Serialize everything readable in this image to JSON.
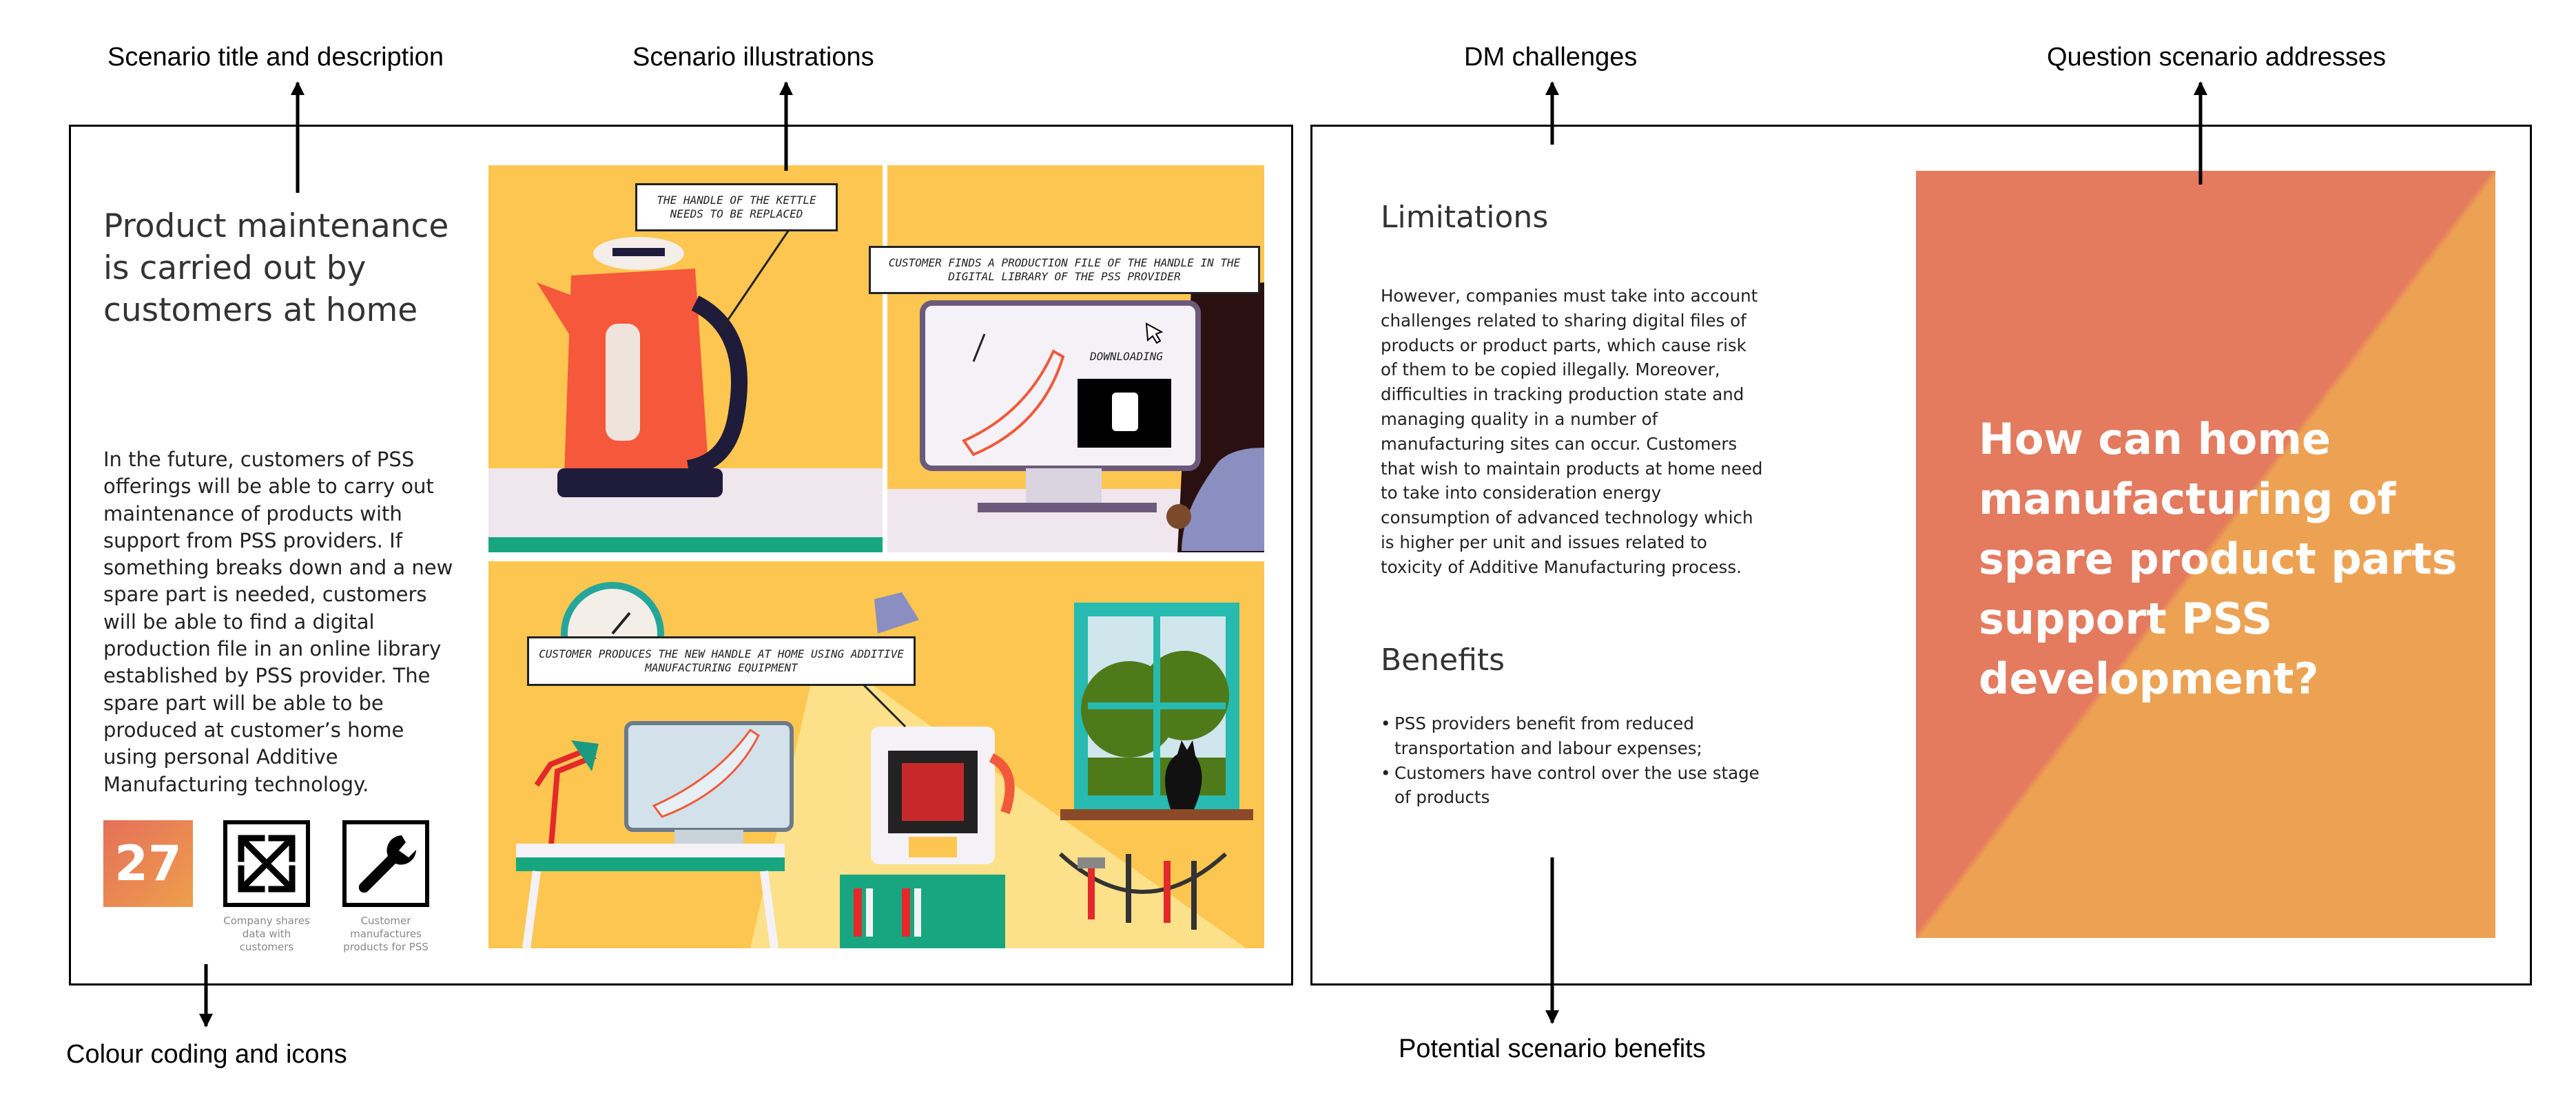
{
  "callouts": {
    "scenario_title": "Scenario title and description",
    "illustrations": "Scenario illustrations",
    "dm_challenges": "DM challenges",
    "question": "Question scenario addresses",
    "colour_coding": "Colour coding and icons",
    "benefits": "Potential scenario benefits"
  },
  "card": {
    "title": "Product maintenance is carried out by customers at home",
    "description": "In the future, customers of PSS offerings will be able to carry out maintenance of products with support from PSS providers. If something breaks down and a new spare part is needed, customers will be able to find a digital production file in an online library established by PSS provider. The spare part will be able to be produced at customer’s home using personal Additive Manufacturing technology.",
    "number": "27",
    "icons": [
      {
        "name": "shares-data-icon",
        "caption": "Company shares data with customers"
      },
      {
        "name": "wrench-icon",
        "caption": "Customer manufactures products for PSS"
      }
    ],
    "colors": {
      "badge_start": "#e4705a",
      "badge_end": "#ef9f4c",
      "comic_bg": "#fcc650"
    }
  },
  "comic": {
    "panel1_caption": "THE HANDLE OF THE KETTLE NEEDS TO BE REPLACED",
    "panel2_caption": "CUSTOMER FINDS A PRODUCTION FILE OF THE HANDLE IN THE DIGITAL LIBRARY OF THE PSS PROVIDER",
    "panel2_downloading": "DOWNLOADING",
    "panel3_caption": "CUSTOMER PRODUCES THE NEW HANDLE AT HOME USING ADDITIVE MANUFACTURING EQUIPMENT"
  },
  "right": {
    "limitations_heading": "Limitations",
    "limitations_text": "However, companies must take into account challenges related to sharing digital files of products or product parts, which cause risk of them to be copied illegally. Moreover, difficulties in tracking production state and managing quality in a number of manufacturing sites can occur. Customers that wish to maintain products at home need to take into consideration energy consumption of advanced technology which is higher per unit and issues related to toxicity of Additive Manufacturing process.",
    "benefits_heading": "Benefits",
    "benefits": [
      "PSS providers benefit from reduced transportation and labour expenses;",
      "Customers have control over the use stage of products"
    ],
    "question": "How can home manufacturing of spare product parts support PSS development?",
    "question_colors": {
      "upper": "#e47a5e",
      "lower": "#eda253"
    }
  }
}
